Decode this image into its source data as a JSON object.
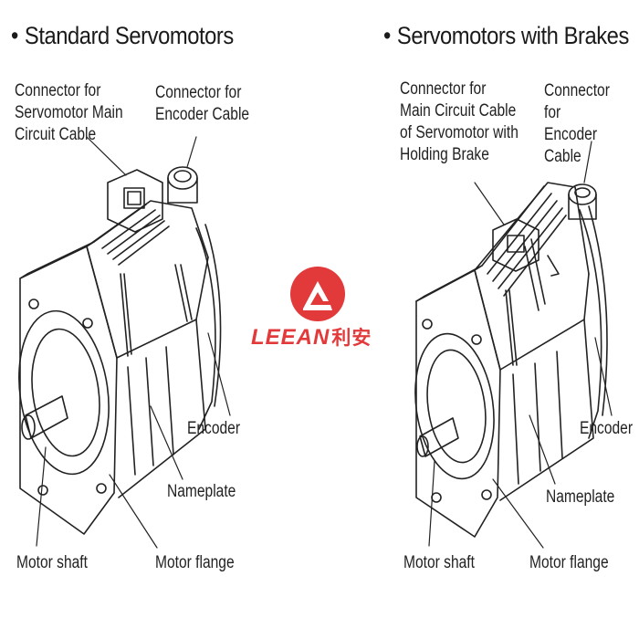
{
  "left_panel": {
    "bullet": "•",
    "title": "Standard Servomotors",
    "labels": {
      "main_circuit_connector": "Connector for\nServomotor Main\nCircuit Cable",
      "encoder_connector": "Connector for\nEncoder Cable",
      "encoder": "Encoder",
      "nameplate": "Nameplate",
      "motor_shaft": "Motor shaft",
      "motor_flange": "Motor flange"
    }
  },
  "right_panel": {
    "bullet": "•",
    "title": "Servomotors with Brakes",
    "labels": {
      "main_circuit_connector": "Connector for\nMain Circuit Cable\nof Servomotor with\nHolding Brake",
      "encoder_connector": "Connector for\nEncoder Cable",
      "encoder": "Encoder",
      "nameplate": "Nameplate",
      "motor_shaft": "Motor shaft",
      "motor_flange": "Motor flange"
    }
  },
  "watermark": {
    "brand": "LEEAN",
    "brand_cn": "利安",
    "color": "#e23a3a"
  }
}
